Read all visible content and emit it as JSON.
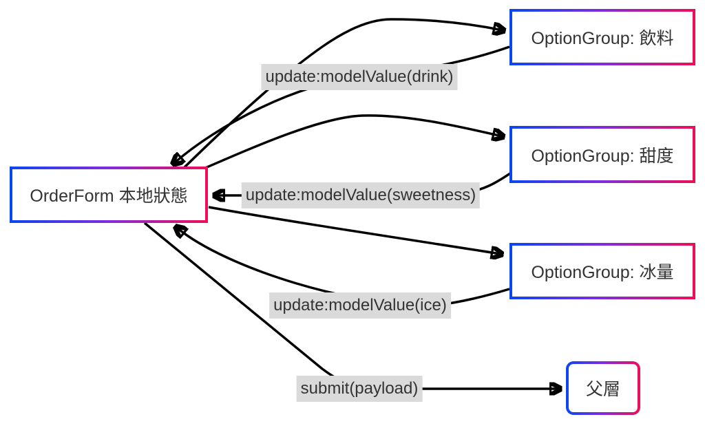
{
  "diagram": {
    "type": "flowchart",
    "nodes": {
      "orderform": {
        "label": "OrderForm 本地狀態"
      },
      "drink_group": {
        "label": "OptionGroup: 飲料"
      },
      "sweetness_group": {
        "label": "OptionGroup: 甜度"
      },
      "ice_group": {
        "label": "OptionGroup: 冰量"
      },
      "parent": {
        "label": "父層"
      }
    },
    "edges": {
      "orderform_to_drink": {
        "from": "orderform",
        "to": "drink_group",
        "label": ""
      },
      "drink_to_orderform": {
        "from": "drink_group",
        "to": "orderform",
        "label": "update:modelValue(drink)"
      },
      "orderform_to_sweetness": {
        "from": "orderform",
        "to": "sweetness_group",
        "label": ""
      },
      "sweetness_to_orderform": {
        "from": "sweetness_group",
        "to": "orderform",
        "label": "update:modelValue(sweetness)"
      },
      "orderform_to_ice": {
        "from": "orderform",
        "to": "ice_group",
        "label": ""
      },
      "ice_to_orderform": {
        "from": "ice_group",
        "to": "orderform",
        "label": "update:modelValue(ice)"
      },
      "orderform_to_parent": {
        "from": "orderform",
        "to": "parent",
        "label": "submit(payload)"
      }
    },
    "colors": {
      "node_border_gradient_start": "#0a46f0",
      "node_border_gradient_mid": "#7d2ce0",
      "node_border_gradient_end": "#ef0e56",
      "node_fill": "#ffffff",
      "node_text": "#333333",
      "edge_line": "#000000",
      "edge_label_bg": "#dadada",
      "edge_label_text": "#333333",
      "background": "#ffffff"
    }
  }
}
